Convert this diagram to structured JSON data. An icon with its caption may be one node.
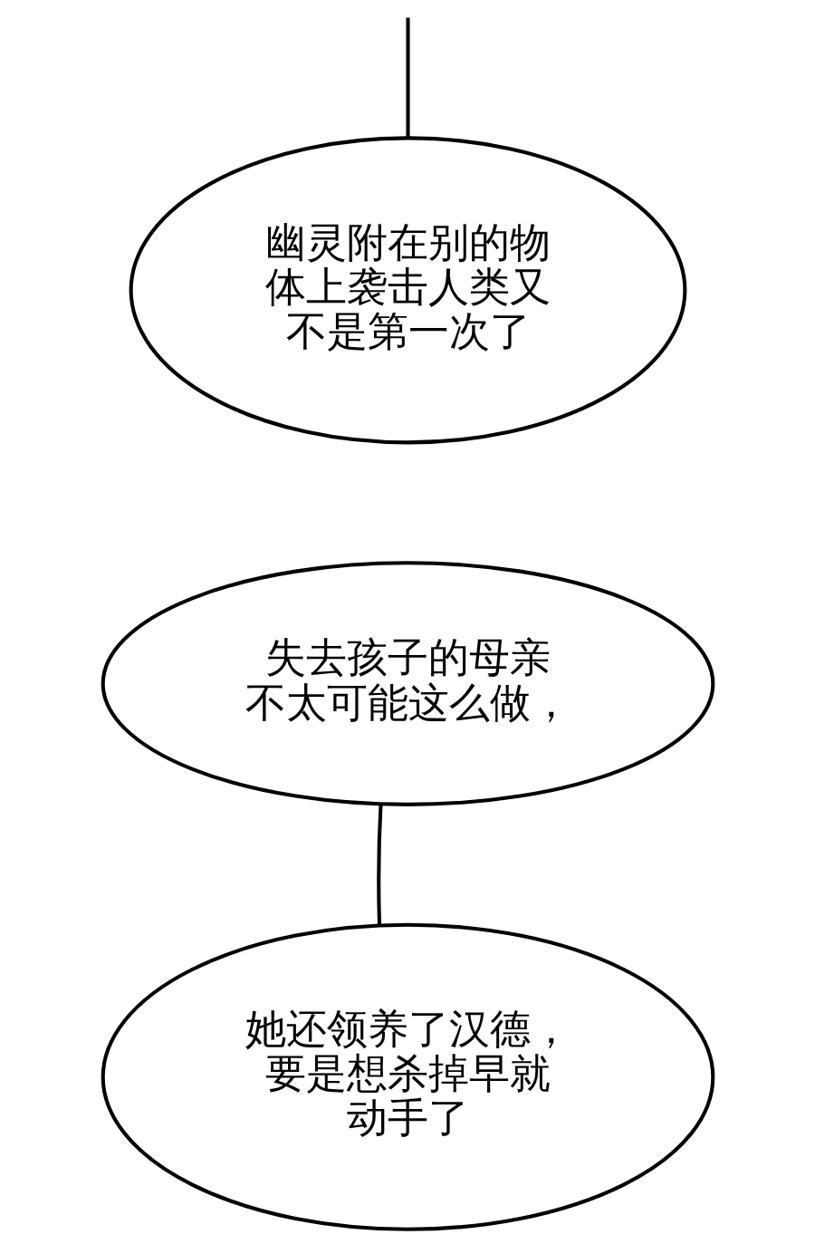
{
  "diagram": {
    "nodes": [
      {
        "text": [
          "幽灵附在别的物体上袭击人类又不是第一次了"
        ]
      },
      {
        "text": [
          "失去孩子的母亲不太可能这么做，"
        ]
      },
      {
        "text": [
          "她还领养了汉德，要是想杀掉早就动手了"
        ]
      }
    ],
    "edges": [
      {
        "from": null,
        "to": 0,
        "arrow": "none"
      },
      {
        "from": 1,
        "to": 2,
        "arrow": "none"
      }
    ]
  }
}
